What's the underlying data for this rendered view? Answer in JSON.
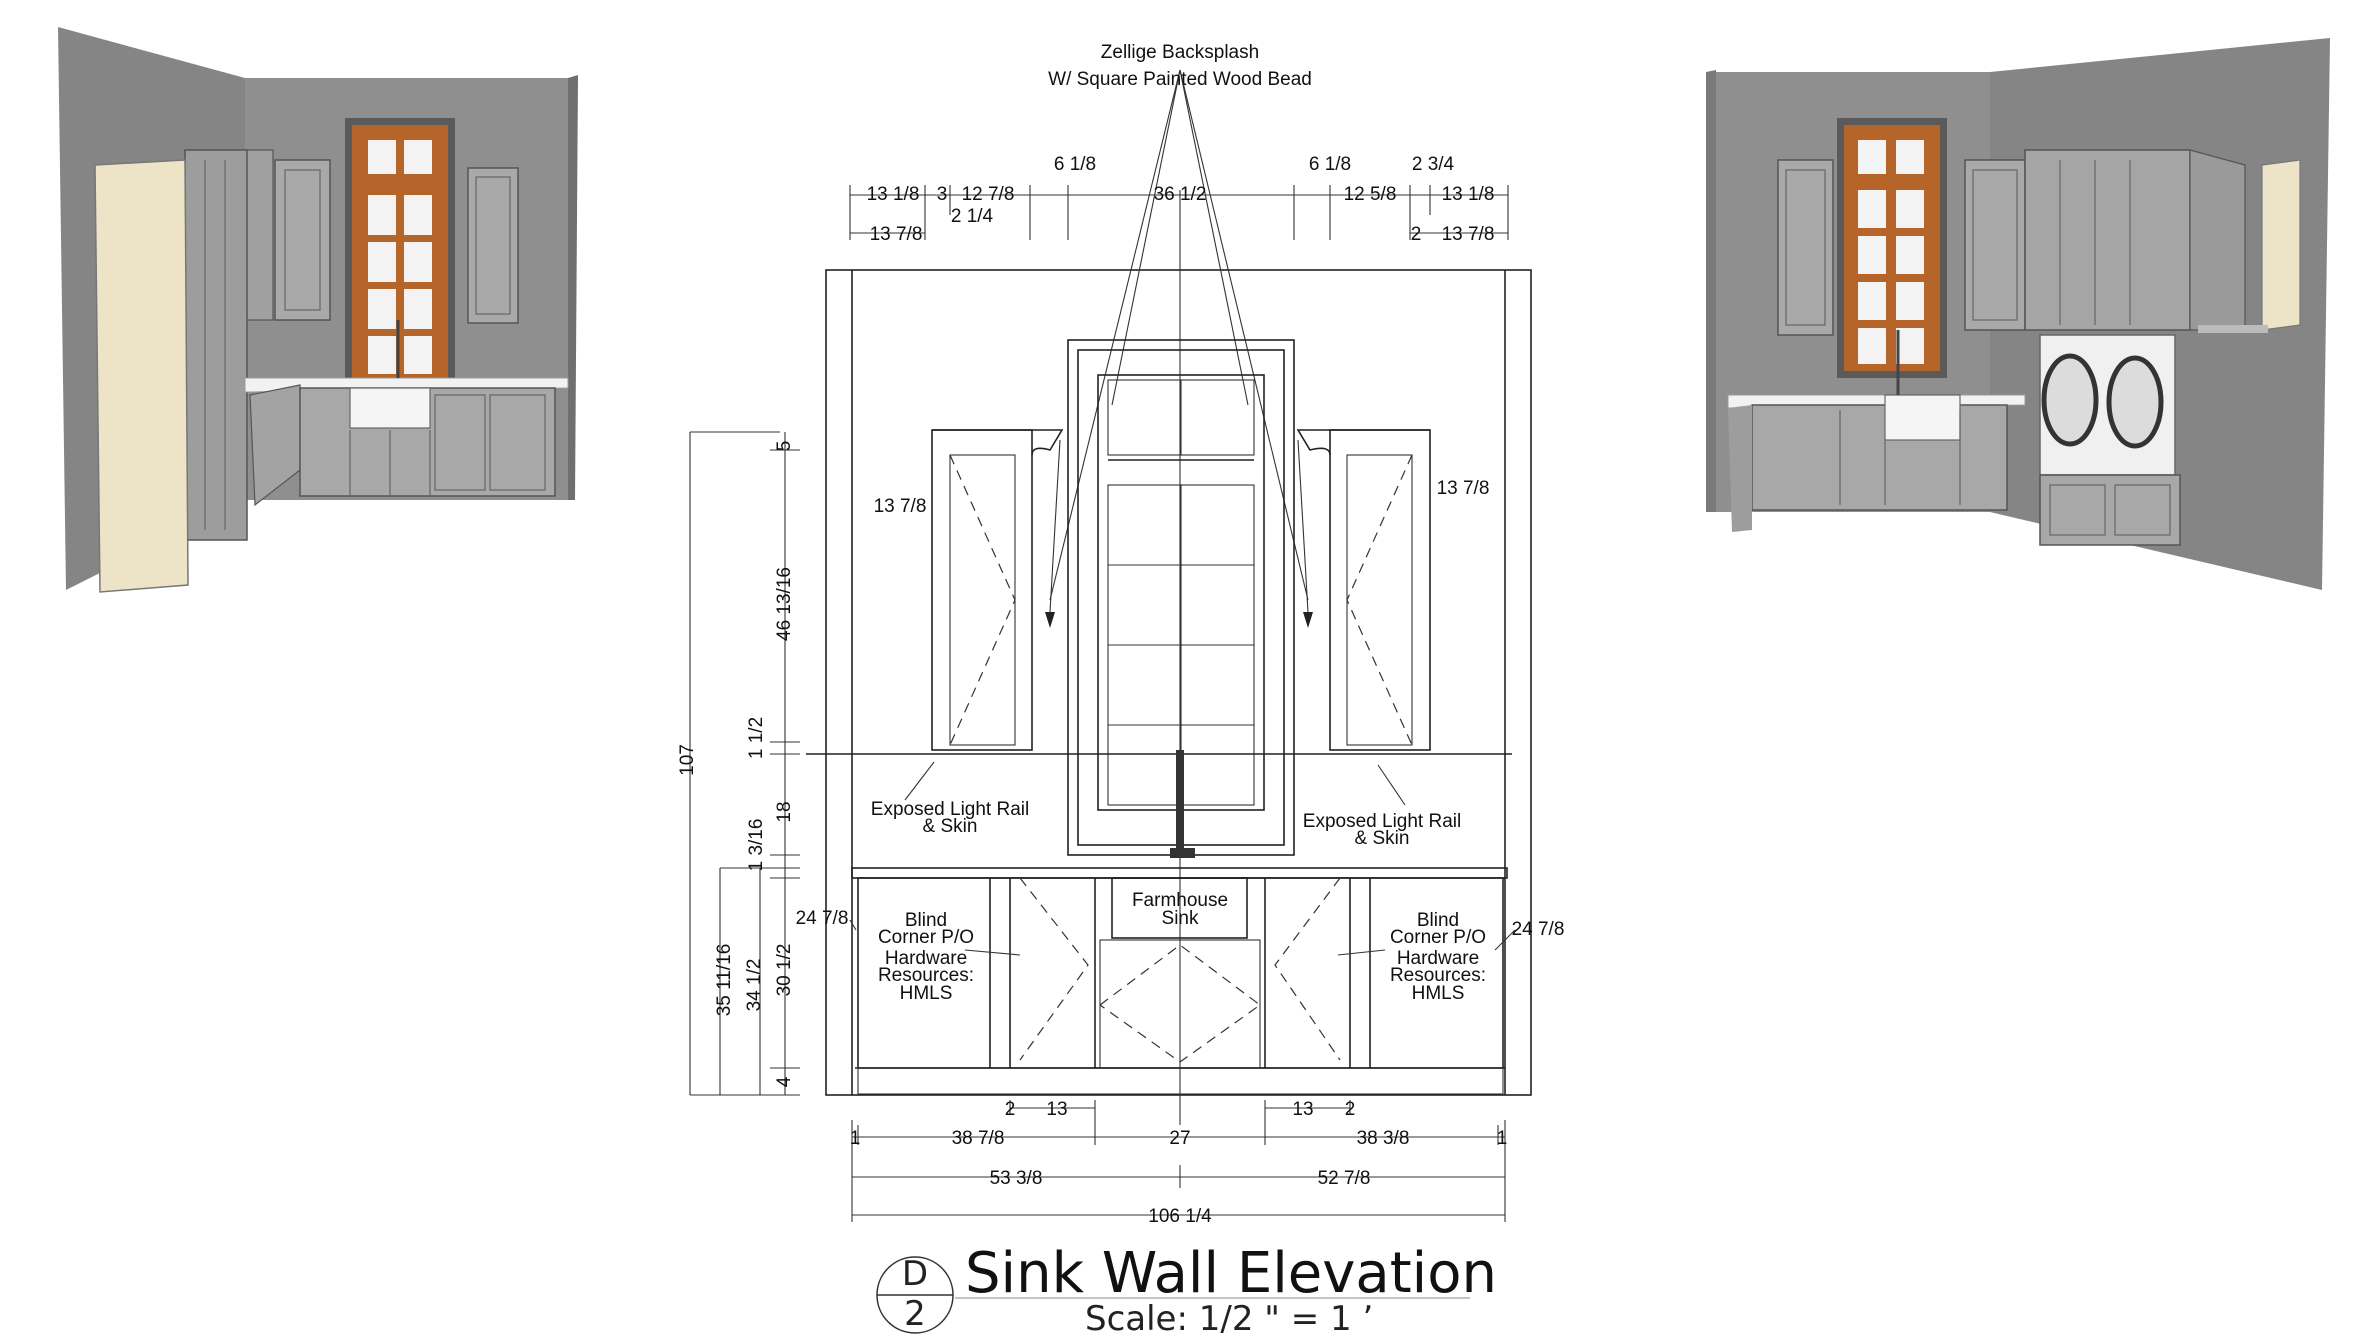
{
  "notes": {
    "backsplash_line1": "Zellige Backsplash",
    "backsplash_line2": "W/ Square Painted Wood Bead",
    "light_rail_left_line1": "Exposed Light Rail",
    "light_rail_left_line2": "& Skin",
    "light_rail_right_line1": "Exposed Light Rail",
    "light_rail_right_line2": "& Skin",
    "farmhouse_line1": "Farmhouse",
    "farmhouse_line2": "Sink",
    "blind_left": [
      "Blind",
      "Corner P/O",
      "Hardware",
      "Resources:",
      "HMLS"
    ],
    "blind_right": [
      "Blind",
      "Corner P/O",
      "Hardware",
      "Resources:",
      "HMLS"
    ]
  },
  "dimensions": {
    "top_row": [
      "13 1/8",
      "3",
      "12 7/8",
      "6 1/8",
      "36 1/2",
      "6 1/8",
      "12 5/8",
      "2 3/4",
      "13 1/8"
    ],
    "top_row2": [
      "13 7/8",
      "2 1/4",
      "2",
      "13 7/8"
    ],
    "upper_side": [
      "13 7/8",
      "13 7/8"
    ],
    "base_side": [
      "24 7/8",
      "24 7/8"
    ],
    "vertical": [
      "107",
      "5",
      "46 13/16",
      "1 1/2",
      "18",
      "1 3/16",
      "35 11/16",
      "34 1/2",
      "30 1/2",
      "4"
    ],
    "bottom_small": [
      "2",
      "13",
      "13",
      "2"
    ],
    "bottom_row1": [
      "1",
      "38 7/8",
      "27",
      "38 3/8",
      "1"
    ],
    "bottom_row2": [
      "53 3/8",
      "52 7/8"
    ],
    "bottom_total": "106 1/4"
  },
  "title_block": {
    "detail_letter": "D",
    "detail_number": "2",
    "title": "Sink Wall Elevation",
    "scale": "Scale: 1/2 \" = 1 ’"
  },
  "colors": {
    "wall": "#8e8e8e",
    "wall_dark": "#6f6f6f",
    "cabinet": "#a8a8a8",
    "cabinet_light": "#c2c2c2",
    "pantry": "#ede4c7",
    "window_frame": "#b5652a",
    "counter": "#f2f2f2"
  }
}
